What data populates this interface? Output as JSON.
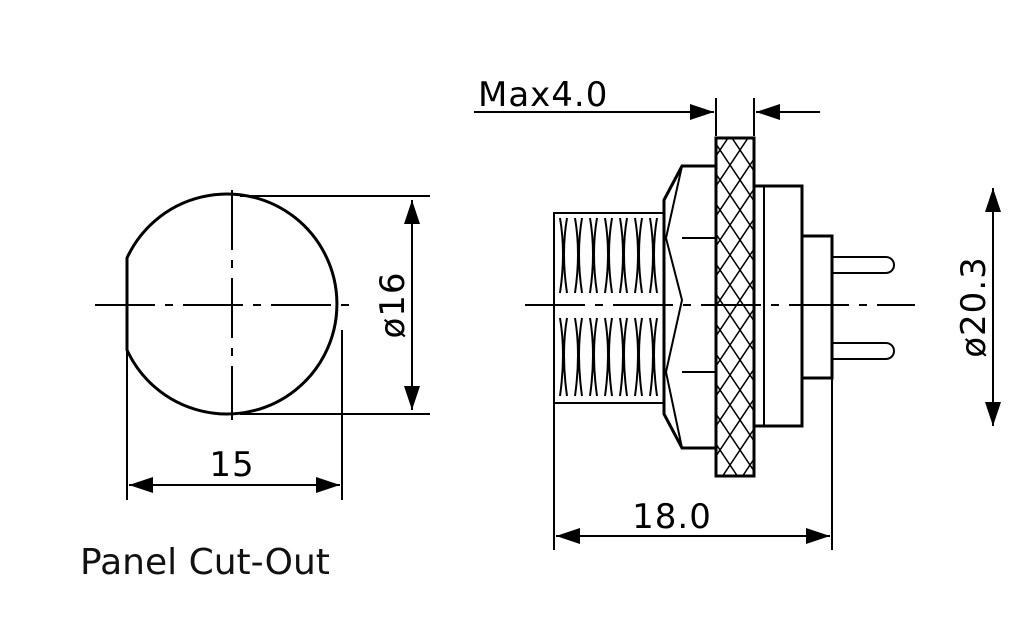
{
  "cutout": {
    "width_label": "15",
    "diameter_label": "ø16",
    "caption": "Panel Cut-Out"
  },
  "connector": {
    "max_label": "Max4.0",
    "length_label": "18.0",
    "diameter_label": "ø20.3"
  }
}
